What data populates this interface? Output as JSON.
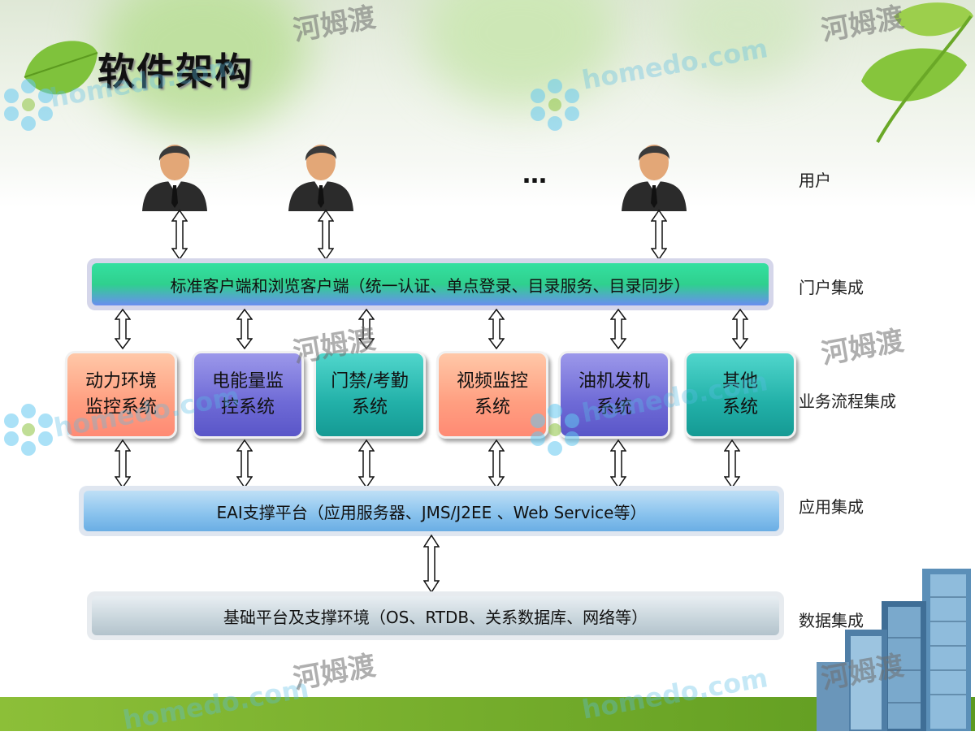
{
  "title": "软件架构",
  "ellipsis": "…",
  "layers": {
    "users": "用户",
    "portal": "门户集成",
    "business": "业务流程集成",
    "application": "应用集成",
    "data": "数据集成"
  },
  "portal_bar": "标准客户端和浏览客户端（统一认证、单点登录、目录服务、目录同步）",
  "systems": [
    {
      "line1": "动力环境",
      "line2": "监控系统",
      "color": "#ff9e80"
    },
    {
      "line1": "电能量监",
      "line2": "控系统",
      "color": "#6e6ad6"
    },
    {
      "line1": "门禁/考勤",
      "line2": "系统",
      "color": "#22b0a8"
    },
    {
      "line1": "视频监控",
      "line2": "系统",
      "color": "#ff9e80"
    },
    {
      "line1": "油机发机",
      "line2": "系统",
      "color": "#6e6ad6"
    },
    {
      "line1": "其他",
      "line2": "系统",
      "color": "#22b0a8"
    }
  ],
  "eai_bar": "EAI支撑平台（应用服务器、JMS/J2EE 、Web Service等）",
  "base_bar": "基础平台及支撑环境（OS、RTDB、关系数据库、网络等）",
  "watermark": {
    "en": "homedo.com",
    "cn": "河姆渡"
  },
  "icons": [
    "user-icon",
    "double-arrow-icon",
    "leaf-icon",
    "flower-logo-icon",
    "building-icon"
  ]
}
